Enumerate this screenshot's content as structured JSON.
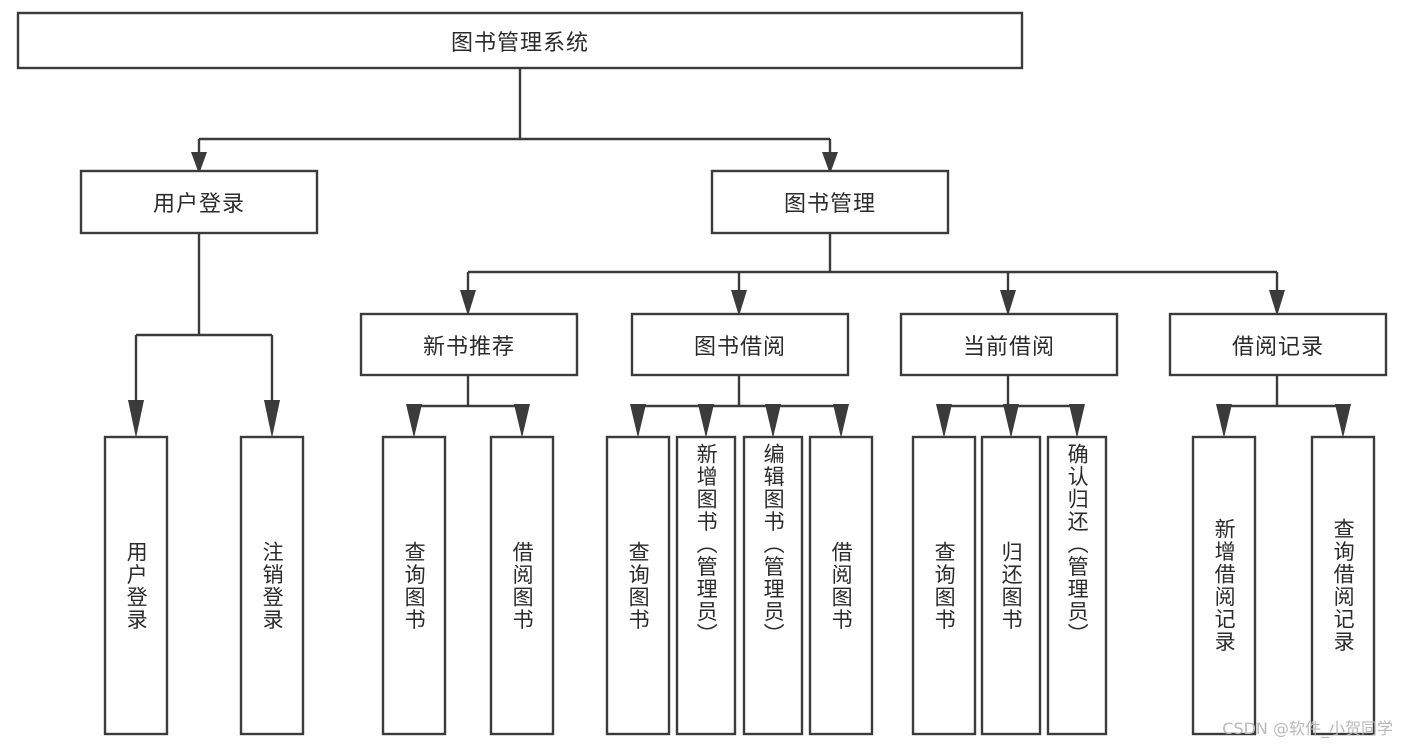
{
  "diagram": {
    "title": "图书管理系统",
    "type": "tree-hierarchy",
    "watermark": "CSDN @软件_小贺同学",
    "root": {
      "id": "root",
      "label": "图书管理系统",
      "orientation": "horizontal"
    },
    "level2": [
      {
        "id": "user-login",
        "label": "用户登录",
        "orientation": "horizontal"
      },
      {
        "id": "book-manage",
        "label": "图书管理",
        "orientation": "horizontal"
      }
    ],
    "level3": [
      {
        "id": "new-book-rec",
        "label": "新书推荐",
        "orientation": "horizontal",
        "parent": "book-manage"
      },
      {
        "id": "book-borrow",
        "label": "图书借阅",
        "orientation": "horizontal",
        "parent": "book-manage"
      },
      {
        "id": "current-borrow",
        "label": "当前借阅",
        "orientation": "horizontal",
        "parent": "book-manage"
      },
      {
        "id": "borrow-record",
        "label": "借阅记录",
        "orientation": "horizontal",
        "parent": "book-manage"
      }
    ],
    "leaves": [
      {
        "id": "leaf-user-login",
        "label": "用户登录",
        "parent": "user-login",
        "orientation": "vertical"
      },
      {
        "id": "leaf-logout",
        "label": "注销登录",
        "parent": "user-login",
        "orientation": "vertical"
      },
      {
        "id": "leaf-query-book-1",
        "label": "查询图书",
        "parent": "new-book-rec",
        "orientation": "vertical"
      },
      {
        "id": "leaf-borrow-book-1",
        "label": "借阅图书",
        "parent": "new-book-rec",
        "orientation": "vertical"
      },
      {
        "id": "leaf-query-book-2",
        "label": "查询图书",
        "parent": "book-borrow",
        "orientation": "vertical"
      },
      {
        "id": "leaf-add-book",
        "label": "新增图书（管理员）",
        "parent": "book-borrow",
        "orientation": "vertical"
      },
      {
        "id": "leaf-edit-book",
        "label": "编辑图书（管理员）",
        "parent": "book-borrow",
        "orientation": "vertical"
      },
      {
        "id": "leaf-borrow-book-2",
        "label": "借阅图书",
        "parent": "book-borrow",
        "orientation": "vertical"
      },
      {
        "id": "leaf-query-book-3",
        "label": "查询图书",
        "parent": "current-borrow",
        "orientation": "vertical"
      },
      {
        "id": "leaf-return-book",
        "label": "归还图书",
        "parent": "current-borrow",
        "orientation": "vertical"
      },
      {
        "id": "leaf-confirm-return",
        "label": "确认归还（管理员）",
        "parent": "current-borrow",
        "orientation": "vertical"
      },
      {
        "id": "leaf-add-record",
        "label": "新增借阅记录",
        "parent": "borrow-record",
        "orientation": "vertical"
      },
      {
        "id": "leaf-query-record",
        "label": "查询借阅记录",
        "parent": "borrow-record",
        "orientation": "vertical"
      }
    ],
    "colors": {
      "stroke": "#3b3b3b",
      "fill": "#ffffff",
      "text": "#2b2b2b",
      "watermark": "#b9b9b9"
    }
  }
}
